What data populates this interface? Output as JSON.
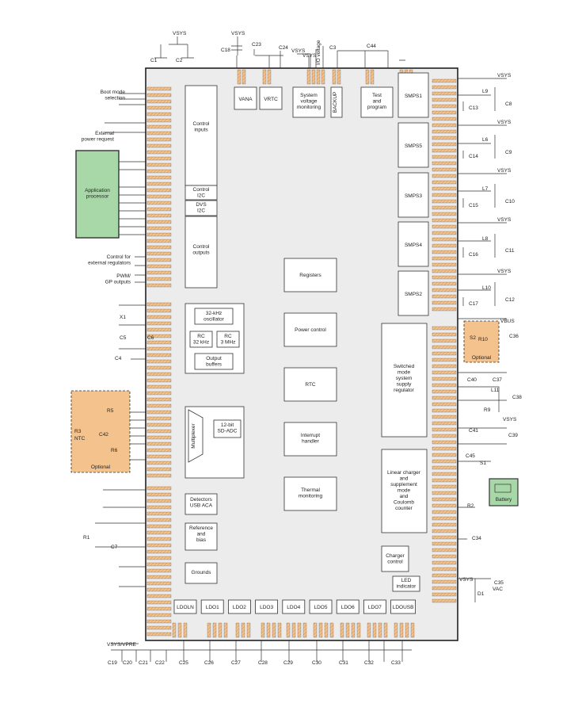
{
  "blocks": {
    "control_inputs": "Control\ninputs",
    "control_i2c": "Control\nI2C",
    "dvs_i2c": "DVS\nI2C",
    "control_outputs": "Control\noutputs",
    "osc32": "32-kHz\noscillator",
    "rc32": "RC\n32 kHz",
    "rc3": "RC\n3 MHz",
    "outbuf": "Output\nbuffers",
    "mux": "Multiplexer",
    "adc": "12-bit\nSD-ADC",
    "detectors": "Detectors\nUSB ACA",
    "reference": "Reference\nand\nbias",
    "grounds": "Grounds",
    "registers": "Registers",
    "power_control": "Power control",
    "rtc": "RTC",
    "interrupt": "Interrupt\nhandler",
    "thermal": "Thermal\nmonitoring",
    "vana": "VANA",
    "vrtc": "VRTC",
    "sysmon": "System\nvoltage\nmonitoring",
    "backup": "BACKUP",
    "testprog": "Test\nand\nprogram",
    "smps1": "SMPS1",
    "smps5": "SMPS5",
    "smps3": "SMPS3",
    "smps4": "SMPS4",
    "smps2": "SMPS2",
    "smsreg": "Switched\nmode\nsystem\nsupply\nregulator",
    "linear": "Linear charger\nand\nsupplement\nmode\nand\nCoulomb\ncounter",
    "chgctl": "Charger\ncontrol",
    "led": "LED\nindicator",
    "ldos": [
      "LDOLN",
      "LDO1",
      "LDO2",
      "LDO3",
      "LDO4",
      "LDO5",
      "LDO6",
      "LDO7",
      "LDOUSB"
    ]
  },
  "external": {
    "app_processor": "Application\nprocessor",
    "battery": "Battery",
    "optional_right": "Optional",
    "optional_left": "Optional"
  },
  "labels": {
    "boot_mode": "Boot mode\nselection",
    "ext_power": "External\npower request",
    "ctrl_ext_reg": "Control for\nexternal regulators",
    "pwm": "PWM/\nGP outputs",
    "vsys_vpre": "VSYS/VPRE",
    "io_voltage": "I/O voltage"
  },
  "supply_labels": [
    "VSYS",
    "VSYS",
    "VSYS",
    "VSYS",
    "VSYS",
    "VSYS",
    "VSYS",
    "VSYS",
    "VSYS",
    "VSYS",
    "VBUS",
    "VAC"
  ],
  "components": {
    "top_caps": [
      "C1",
      "C2",
      "C18",
      "C23",
      "C24",
      "C3",
      "C44"
    ],
    "smps_parts": [
      "L9",
      "C13",
      "C8",
      "L6",
      "C14",
      "C9",
      "L7",
      "C15",
      "C10",
      "L8",
      "C16",
      "C11",
      "L10",
      "C17",
      "C12"
    ],
    "right_misc": [
      "S2",
      "R10",
      "C36",
      "C37",
      "C40",
      "L11",
      "C38",
      "R9",
      "C41",
      "C39",
      "C45",
      "S1",
      "R2",
      "C34",
      "C35",
      "D1"
    ],
    "left_misc": [
      "X1",
      "C5",
      "C6",
      "C4",
      "R5",
      "R3",
      "NTC",
      "C42",
      "R6",
      "R1",
      "C7"
    ],
    "bottom_caps": [
      "C19",
      "C20",
      "C21",
      "C22",
      "C25",
      "C26",
      "C27",
      "C28",
      "C29",
      "C30",
      "C31",
      "C32",
      "C33"
    ]
  }
}
